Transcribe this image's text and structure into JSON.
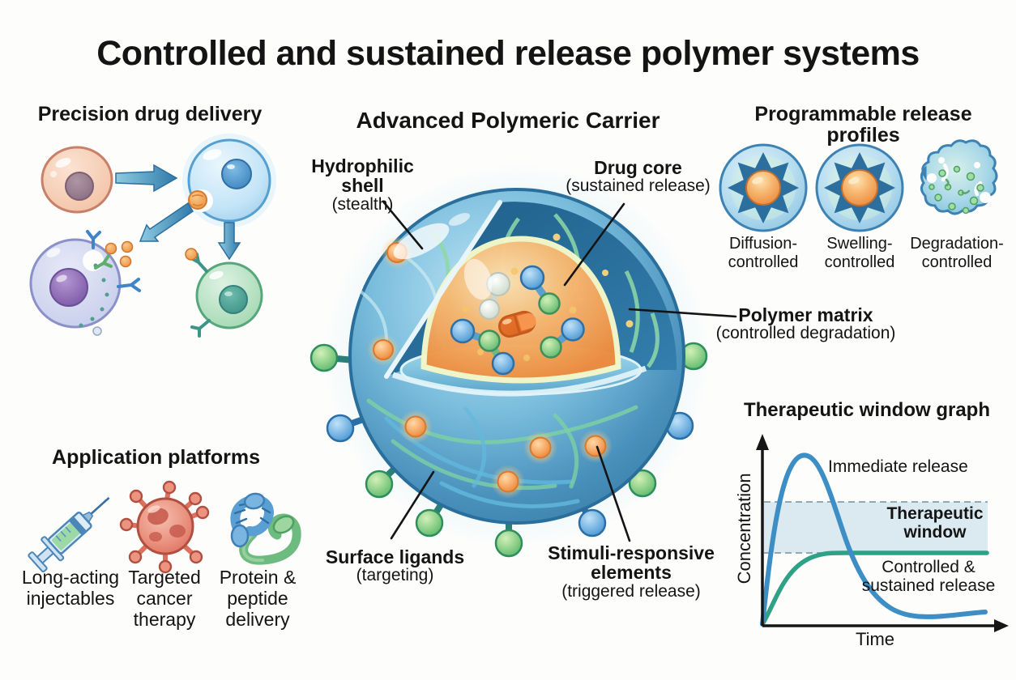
{
  "title": "Controlled and sustained release polymer systems",
  "sections": {
    "precision": {
      "heading": "Precision drug delivery"
    },
    "carrier": {
      "heading": "Advanced Polymeric Carrier",
      "labels": {
        "shell": {
          "name": "Hydrophilic shell",
          "sub": "(stealth)"
        },
        "core": {
          "name": "Drug core",
          "sub": "(sustained release)"
        },
        "matrix": {
          "name": "Polymer matrix",
          "sub": "(controlled degradation)"
        },
        "ligands": {
          "name": "Surface ligands",
          "sub": "(targeting)"
        },
        "stimuli": {
          "name": "Stimuli-responsive elements",
          "sub": "(triggered release)"
        }
      }
    },
    "profiles": {
      "heading": "Programmable release profiles",
      "items": [
        {
          "label": "Diffusion-controlled",
          "icon": "diffusion-sphere-icon"
        },
        {
          "label": "Swelling-controlled",
          "icon": "swelling-sphere-icon"
        },
        {
          "label": "Degradation-controlled",
          "icon": "degradation-sphere-icon"
        }
      ]
    },
    "graph": {
      "heading": "Therapeutic window graph",
      "ylabel": "Concentration",
      "xlabel": "Time",
      "curve_immediate": "Immediate release",
      "band_label": "Therapeutic window",
      "curve_controlled": "Controlled & sustained release"
    },
    "applications": {
      "heading": "Application platforms",
      "items": [
        {
          "label": "Long-acting injectables",
          "icon": "syringe-icon"
        },
        {
          "label": "Targeted cancer therapy",
          "icon": "cancer-cell-icon"
        },
        {
          "label": "Protein & peptide delivery",
          "icon": "protein-ribbon-icon"
        }
      ]
    }
  },
  "colors": {
    "immediate_curve": "#3e8ec6",
    "controlled_curve": "#2fa186",
    "therapeutic_band": "#d7e7ee",
    "particle_shell": "#4e9cc8",
    "drug_core": "#f29a57",
    "text": "#141414"
  },
  "chart_data": {
    "type": "line",
    "title": "Therapeutic window graph",
    "xlabel": "Time",
    "ylabel": "Concentration",
    "axis_numeric_labels": false,
    "x_normalized": [
      0,
      1,
      2,
      3,
      4,
      5,
      6,
      7,
      8,
      9,
      10
    ],
    "series": [
      {
        "name": "Immediate release",
        "color": "#3e8ec6",
        "values": [
          0,
          0.55,
          0.97,
          0.85,
          0.55,
          0.3,
          0.16,
          0.11,
          0.09,
          0.08,
          0.08
        ]
      },
      {
        "name": "Controlled & sustained release",
        "color": "#2fa186",
        "values": [
          0,
          0.17,
          0.32,
          0.4,
          0.42,
          0.42,
          0.42,
          0.42,
          0.42,
          0.42,
          0.42
        ]
      }
    ],
    "therapeutic_window": {
      "lower": 0.42,
      "upper": 0.72,
      "label": "Therapeutic window"
    },
    "legend_position": "inline-annotations",
    "grid": false
  }
}
